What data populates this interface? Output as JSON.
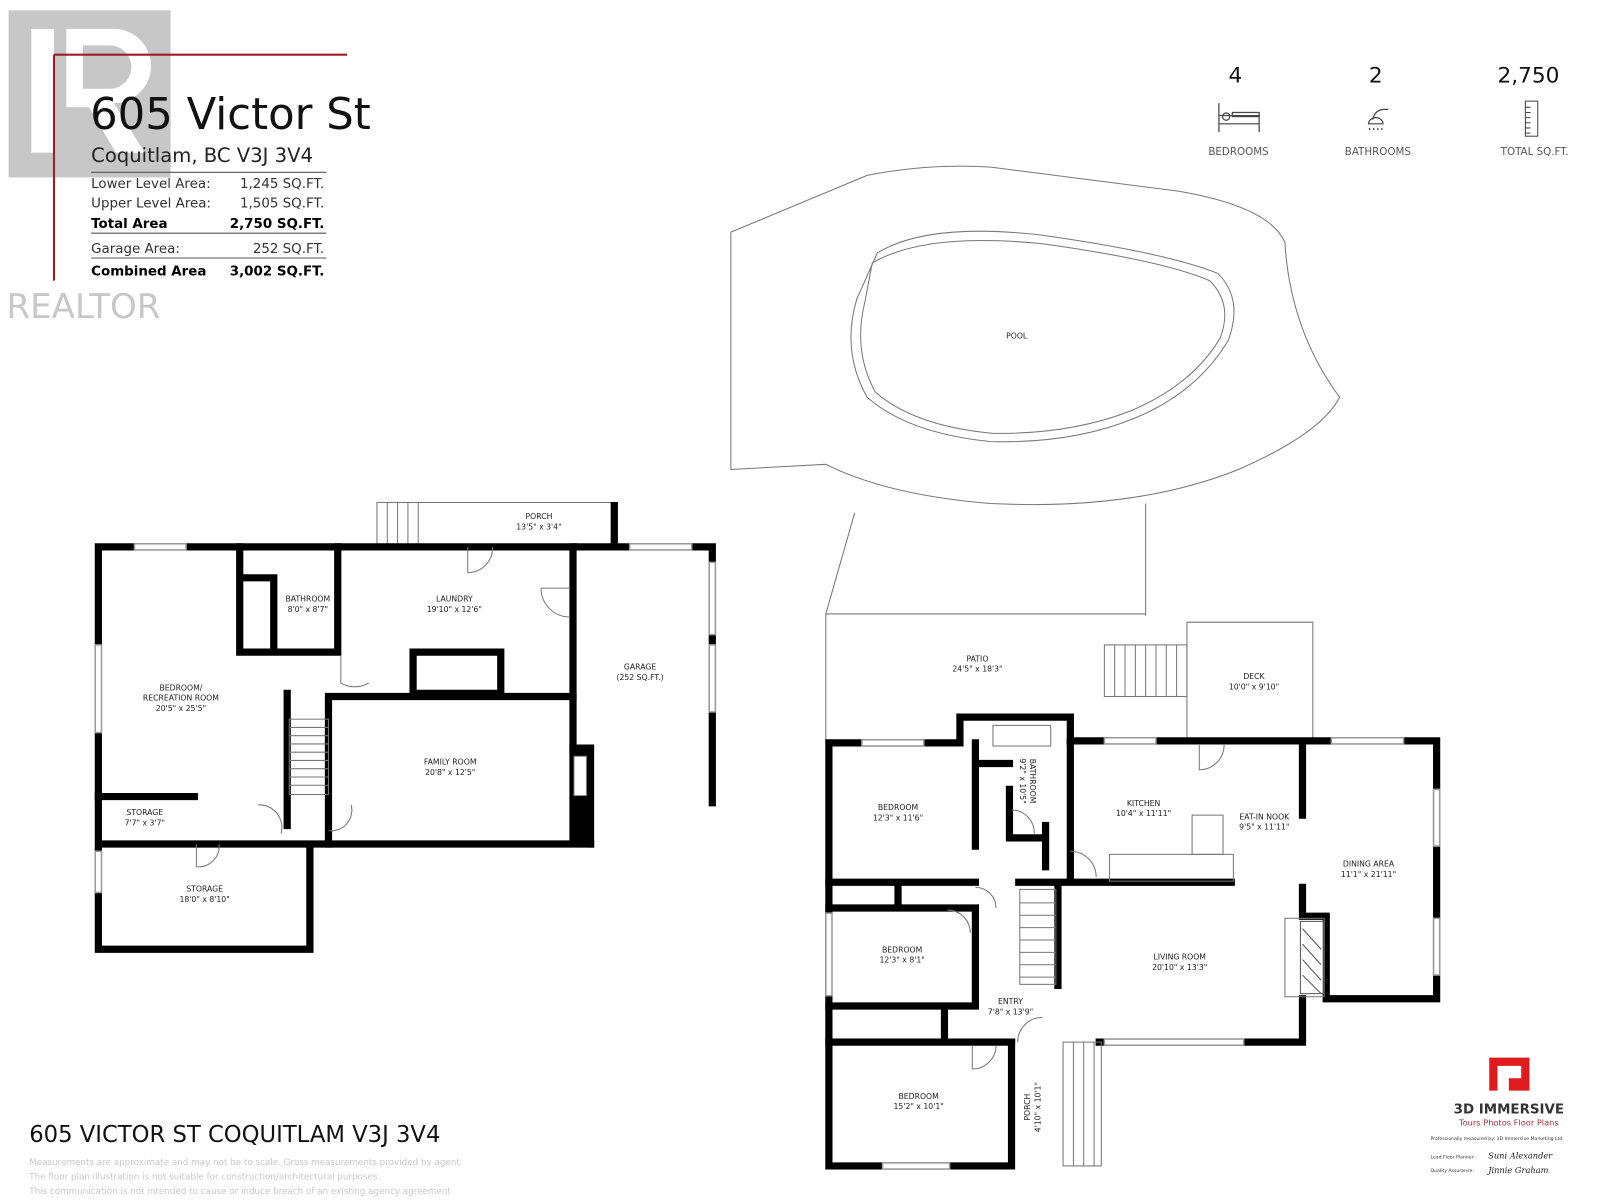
{
  "header": {
    "watermark": "REALTOR",
    "title": "605 Victor St",
    "address": "Coquitlam, BC V3J 3V4",
    "areas": [
      {
        "label": "Lower Level Area:",
        "value": "1,245 SQ.FT.",
        "bold": false
      },
      {
        "label": "Upper Level Area:",
        "value": "1,505 SQ.FT.",
        "bold": false
      },
      {
        "label": "Total Area",
        "value": "2,750 SQ.FT.",
        "bold": true
      },
      {
        "label": "Garage Area:",
        "value": "252 SQ.FT.",
        "bold": false
      },
      {
        "label": "Combined Area",
        "value": "3,002 SQ.FT.",
        "bold": true
      }
    ]
  },
  "stats": [
    {
      "value": "4",
      "label": "BEDROOMS",
      "icon": "bed-icon"
    },
    {
      "value": "2",
      "label": "BATHROOMS",
      "icon": "shower-icon"
    },
    {
      "value": "2,750",
      "label": "TOTAL SQ.FT.",
      "icon": "ruler-icon"
    }
  ],
  "lower_rooms": [
    {
      "name": "PORCH",
      "dims": "13'5\" x 3'4\""
    },
    {
      "name": "BATHROOM",
      "dims": "8'0\" x 8'7\""
    },
    {
      "name": "LAUNDRY",
      "dims": "19'10\" x 12'6\""
    },
    {
      "name": "GARAGE",
      "dims": "(252 SQ.FT.)"
    },
    {
      "name": "BEDROOM/ RECREATION ROOM",
      "dims": "20'5\" x 25'5\""
    },
    {
      "name": "FAMILY ROOM",
      "dims": "20'8\" x 12'5\""
    },
    {
      "name": "STORAGE",
      "dims": "7'7\" x 3'7\""
    },
    {
      "name": "STORAGE",
      "dims": "18'0\" x 8'10\""
    }
  ],
  "upper_rooms": [
    {
      "name": "POOL",
      "dims": ""
    },
    {
      "name": "PATIO",
      "dims": "24'5\" x 18'3\""
    },
    {
      "name": "DECK",
      "dims": "10'0\" x 9'10\""
    },
    {
      "name": "BATHROOM",
      "dims": "9'2\" x 10'5\""
    },
    {
      "name": "BEDROOM",
      "dims": "12'3\" x 11'6\""
    },
    {
      "name": "KITCHEN",
      "dims": "10'4\" x 11'11\""
    },
    {
      "name": "EAT-IN NOOK",
      "dims": "9'5\" x 11'11\""
    },
    {
      "name": "DINING AREA",
      "dims": "11'1\" x 21'11\""
    },
    {
      "name": "BEDROOM",
      "dims": "12'3\" x 8'1\""
    },
    {
      "name": "LIVING ROOM",
      "dims": "20'10\" x 13'3\""
    },
    {
      "name": "ENTRY",
      "dims": "7'8\" x 13'9\""
    },
    {
      "name": "BEDROOM",
      "dims": "15'2\" x 10'1\""
    },
    {
      "name": "PORCH",
      "dims": "4'10\" x 10'1\""
    }
  ],
  "footer": {
    "address": "605 VICTOR ST COQUITLAM V3J 3V4",
    "disclaimer": [
      "Measurements are approximate and may not be to scale. Gross measurements provided by agent.",
      "The floor plan illustration is not suitable for construction/architectural purposes.",
      "This communication is not intended to cause or induce breach of an existing agency agreement"
    ]
  },
  "brand": {
    "name": "3D IMMERSIVE",
    "tagline": "Tours  Photos  Floor Plans",
    "measured_by": "Professionally measured by: 3D Immersive Marketing Ltd.",
    "lead_label": "Lead Floor Planner:",
    "lead_signature": "Suni Alexander",
    "qa_label": "Quality Assurance:",
    "qa_signature": "Jinnie Graham",
    "color": "#e01b1b"
  },
  "colors": {
    "accent_line": "#a01c24",
    "wall": "#000000"
  }
}
